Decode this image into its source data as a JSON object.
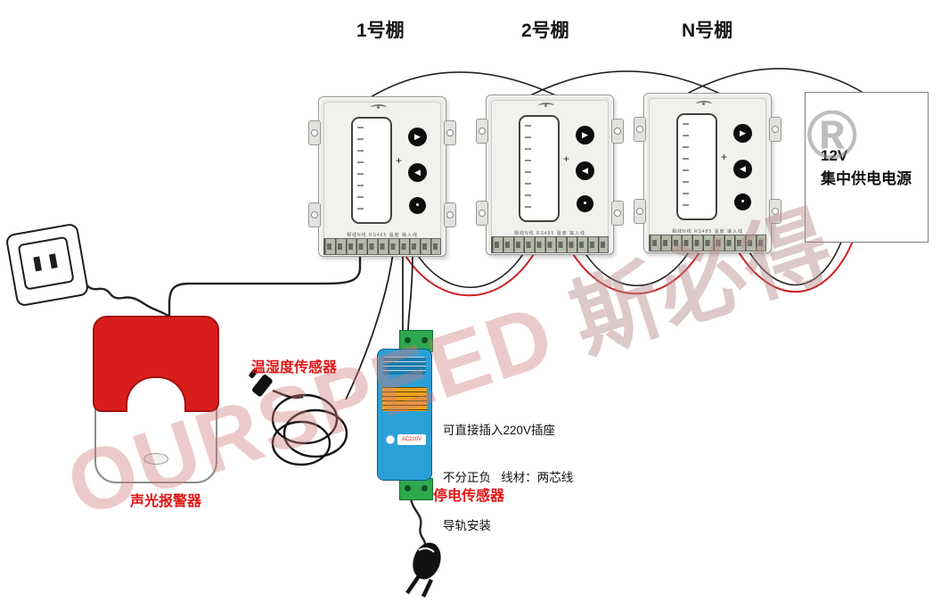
{
  "sheds": [
    {
      "label": "1号棚"
    },
    {
      "label": "2号棚"
    },
    {
      "label": "N号棚"
    }
  ],
  "psu": {
    "line1": "12V",
    "line2": "集中供电电源"
  },
  "device": {
    "buttons": [
      "▶",
      "◀",
      "•"
    ],
    "plus": "+",
    "terminal_text": "相线N线 RS485 温度 输入线"
  },
  "alarm": {
    "label": "声光报警器"
  },
  "temp_sensor": {
    "label": "温湿度传感器"
  },
  "power_sensor": {
    "label": "停电传感器",
    "tag": "AC220V"
  },
  "notes": [
    "可直接插入220V插座",
    "不分正负   线材：两芯线",
    "导轨安装"
  ],
  "watermark": {
    "en": "OURSPEED",
    "cn": "斯必得",
    "reg": "®"
  },
  "colors": {
    "wire_red": "#cc2222",
    "wire_black": "#222222",
    "alarm_red": "#d81d1d",
    "module_blue": "#2ba0d6",
    "label_red": "#e01616"
  }
}
